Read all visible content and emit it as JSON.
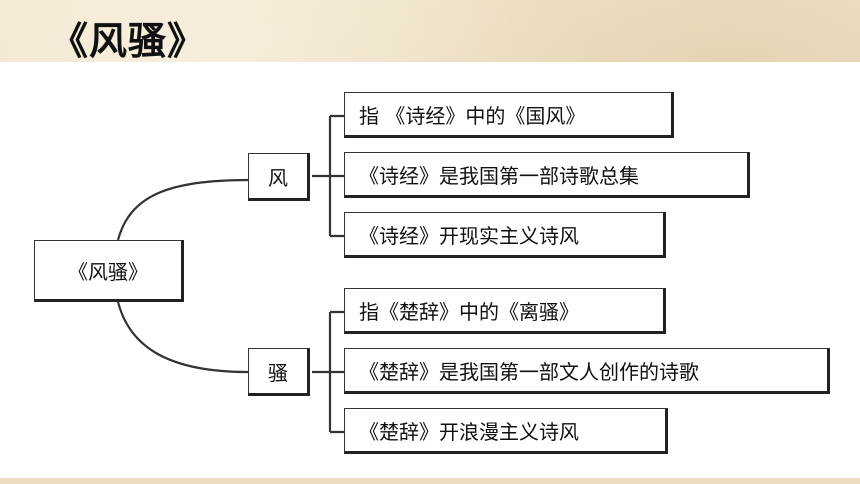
{
  "slide": {
    "title": "《风骚》"
  },
  "mindmap": {
    "root": "《风骚》",
    "branches": [
      {
        "label": "风",
        "items": [
          "指 《诗经》中的《国风》",
          "《诗经》是我国第一部诗歌总集",
          "《诗经》开现实主义诗风"
        ]
      },
      {
        "label": "骚",
        "items": [
          "指《楚辞》中的《离骚》",
          "《楚辞》是我国第一部文人创作的诗歌",
          "《楚辞》开浪漫主义诗风"
        ]
      }
    ]
  }
}
